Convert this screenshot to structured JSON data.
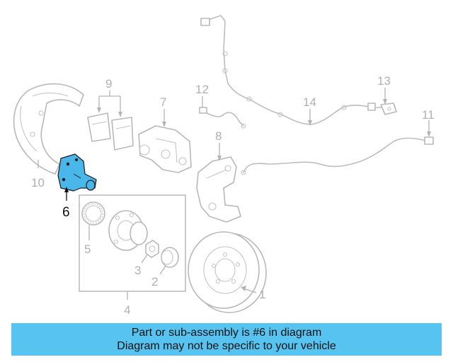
{
  "callouts": {
    "c1": "1",
    "c2": "2",
    "c3": "3",
    "c4": "4",
    "c5": "5",
    "c6": "6",
    "c7": "7",
    "c8": "8",
    "c9": "9",
    "c10": "10",
    "c11": "11",
    "c12": "12",
    "c13": "13",
    "c14": "14"
  },
  "highlight": {
    "part_number": "6",
    "color": "#49b7ea"
  },
  "banner": {
    "line1": "Part or sub-assembly is #6 in diagram",
    "line2": "Diagram may not be specific to your vehicle",
    "background": "#56c3f0"
  }
}
